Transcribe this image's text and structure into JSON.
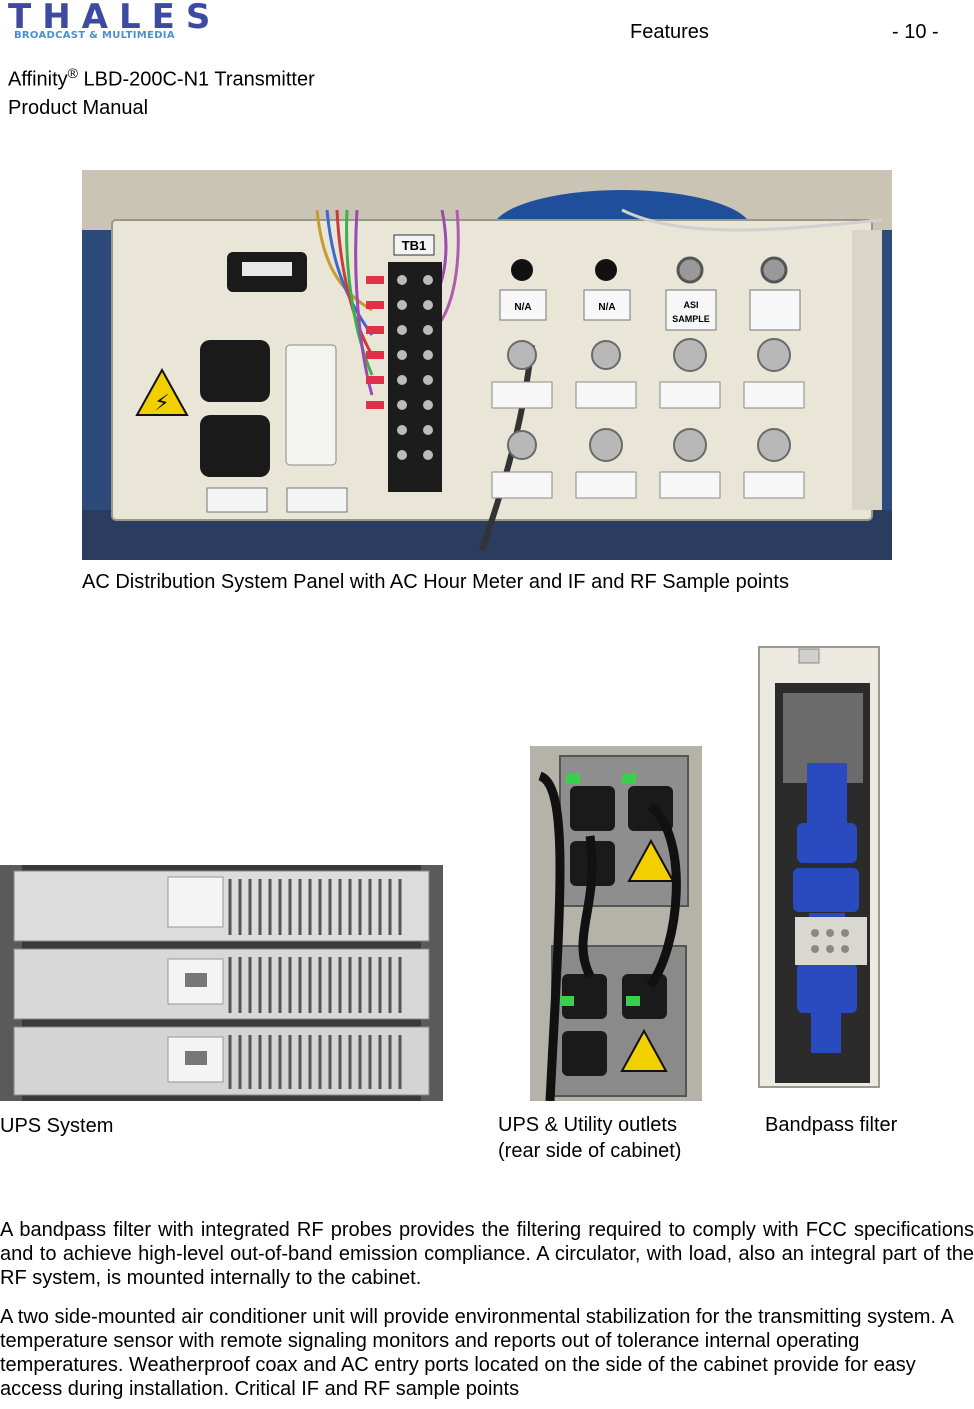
{
  "header": {
    "logo_word": "THALES",
    "logo_sub": "BROADCAST & MULTIMEDIA",
    "section": "Features",
    "page_number": "- 10 -",
    "product_prefix": "Affinity",
    "registered_mark": "®",
    "product_model": " LBD-200C-N1 Transmitter",
    "manual": "Product Manual"
  },
  "figures": {
    "ac_panel": {
      "caption": "AC Distribution System Panel with AC Hour Meter and IF and RF Sample points",
      "labels": {
        "tb1": "TB1",
        "na1": "N/A",
        "na2": "N/A",
        "asi": "ASI",
        "asi2": "SAMPLE"
      }
    },
    "ups": {
      "caption": "UPS System"
    },
    "outlets": {
      "caption_line1": "UPS & Utility outlets",
      "caption_line2": "(rear side of cabinet)"
    },
    "bandpass": {
      "caption": "Bandpass filter"
    }
  },
  "body": {
    "paragraph1": "A bandpass filter with integrated RF probes provides the filtering required to comply with FCC specifications and to achieve high-level out-of-band emission compliance. A circulator, with load, also an integral part of the RF system, is mounted internally to the cabinet.",
    "paragraph2": "A two side-mounted air conditioner unit will provide environmental stabilization for the transmitting system. A temperature sensor with remote signaling monitors and reports out of tolerance internal operating temperatures. Weatherproof coax and AC entry ports located on the side of the cabinet provide for easy access during installation. Critical IF and RF sample points"
  }
}
